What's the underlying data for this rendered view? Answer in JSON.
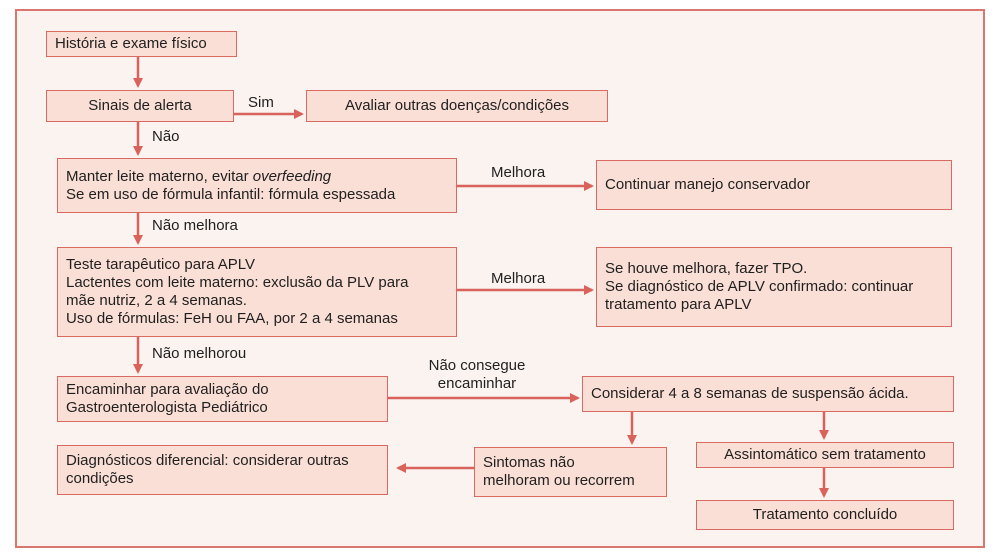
{
  "boxes": {
    "historia": "História e exame físico",
    "sinais": "Sinais de alerta",
    "avaliar": "Avaliar outras doenças/condições",
    "manter": {
      "line1_a": "Manter leite materno, evitar ",
      "line1_b": "overfeeding",
      "line2": "Se em uso de fórmula infantil: fórmula espessada"
    },
    "continuar": "Continuar manejo conservador",
    "teste": [
      "Teste tarapêutico para APLV",
      "Lactentes com leite materno: exclusão da PLV para",
      "mãe nutriz, 2 a 4 semanas.",
      "Uso de fórmulas: FeH ou FAA, por 2 a 4 semanas"
    ],
    "tpo": [
      "Se houve melhora, fazer TPO.",
      "Se diagnóstico de APLV confirmado: continuar",
      "tratamento para APLV"
    ],
    "encaminhar": [
      "Encaminhar para avaliação do",
      "Gastroenterologista Pediátrico"
    ],
    "considerar": "Considerar 4 a 8 semanas de suspensão ácida.",
    "assintomatico": "Assintomático sem tratamento",
    "sintomas": [
      "Sintomas não",
      "melhoram ou recorrem"
    ],
    "diagnosticos": [
      "Diagnósticos diferencial: considerar outras",
      "condições"
    ],
    "concluido": "Tratamento concluído"
  },
  "labels": {
    "sim": "Sim",
    "nao": "Não",
    "nao_melhora": "Não melhora",
    "melhora1": "Melhora",
    "melhora2": "Melhora",
    "nao_melhorou": "Não melhorou",
    "nao_consegue": [
      "Não consegue",
      "encaminhar"
    ]
  },
  "colors": {
    "box_fill": "#fadfd6",
    "box_border": "#d86a62",
    "arrow": "#d9625a",
    "frame": "#d9766f"
  }
}
